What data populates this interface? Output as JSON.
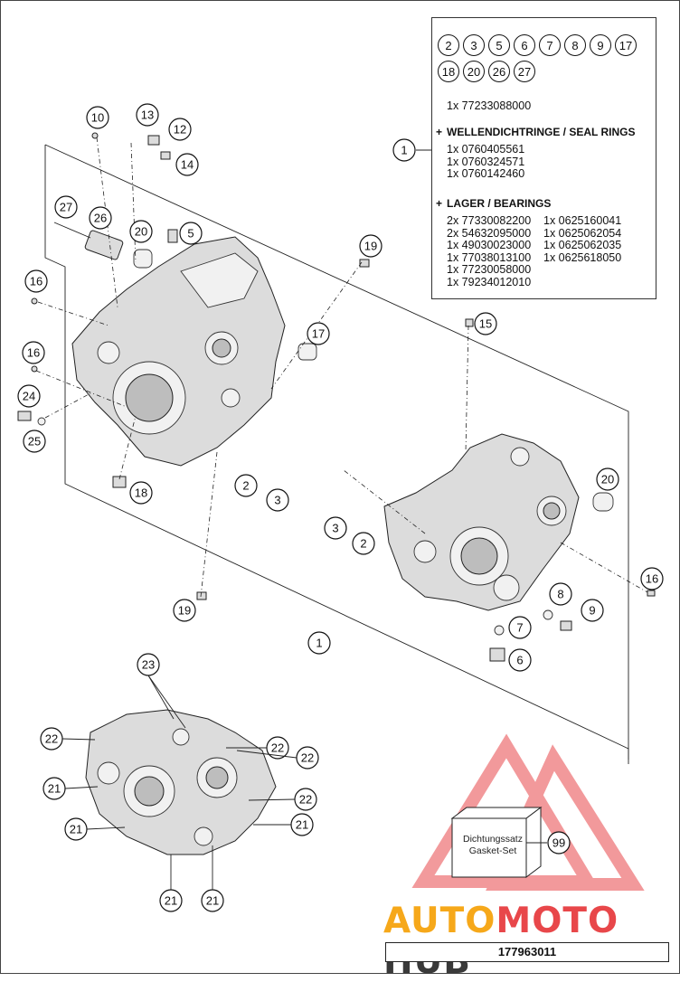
{
  "colors": {
    "logo_auto": "#f6a81a",
    "logo_moto": "#e8474a",
    "logo_hub": "#3a3a3a",
    "watermark": "#e8474a"
  },
  "kit_numbers": [
    "2",
    "3",
    "5",
    "6",
    "7",
    "8",
    "9",
    "17",
    "18",
    "20",
    "26",
    "27"
  ],
  "kit_set_number": "1x 77233088000",
  "seal_rings_heading": "WELLENDICHTRINGE / SEAL RINGS",
  "seal_rings": [
    "1x 0760405561",
    "1x 0760324571",
    "1x 0760142460"
  ],
  "bearings_heading": "LAGER / BEARINGS",
  "bearings_left": [
    "2x 77330082200",
    "2x 54632095000",
    "1x 49030023000",
    "1x 77038013100",
    "1x 77230058000",
    "1x 79234012010"
  ],
  "bearings_right": [
    "1x 0625160041",
    "1x 0625062054",
    "1x 0625062035",
    "1x 0625618050"
  ],
  "plus_sign": "+",
  "gasket_set": {
    "line1": "Dichtungssatz",
    "line2": "Gasket-Set",
    "number": "99"
  },
  "logo": {
    "auto": "AUTO",
    "moto": "MOTO",
    "hub": "HUB"
  },
  "part_number": "177963011",
  "callouts": {
    "c1_box": "1",
    "c1_bottom": "1",
    "c2a": "2",
    "c2b": "2",
    "c3a": "3",
    "c3b": "3",
    "c5": "5",
    "c6": "6",
    "c7": "7",
    "c8": "8",
    "c9": "9",
    "c10": "10",
    "c12": "12",
    "c13": "13",
    "c14": "14",
    "c15": "15",
    "c16a": "16",
    "c16b": "16",
    "c16c": "16",
    "c17": "17",
    "c18": "18",
    "c19a": "19",
    "c19b": "19",
    "c20a": "20",
    "c20b": "20",
    "c21a": "21",
    "c21b": "21",
    "c21c": "21",
    "c21d": "21",
    "c21e": "21",
    "c22a": "22",
    "c22b": "22",
    "c22c": "22",
    "c22d": "22",
    "c23": "23",
    "c24": "24",
    "c25": "25",
    "c26": "26",
    "c27": "27"
  }
}
